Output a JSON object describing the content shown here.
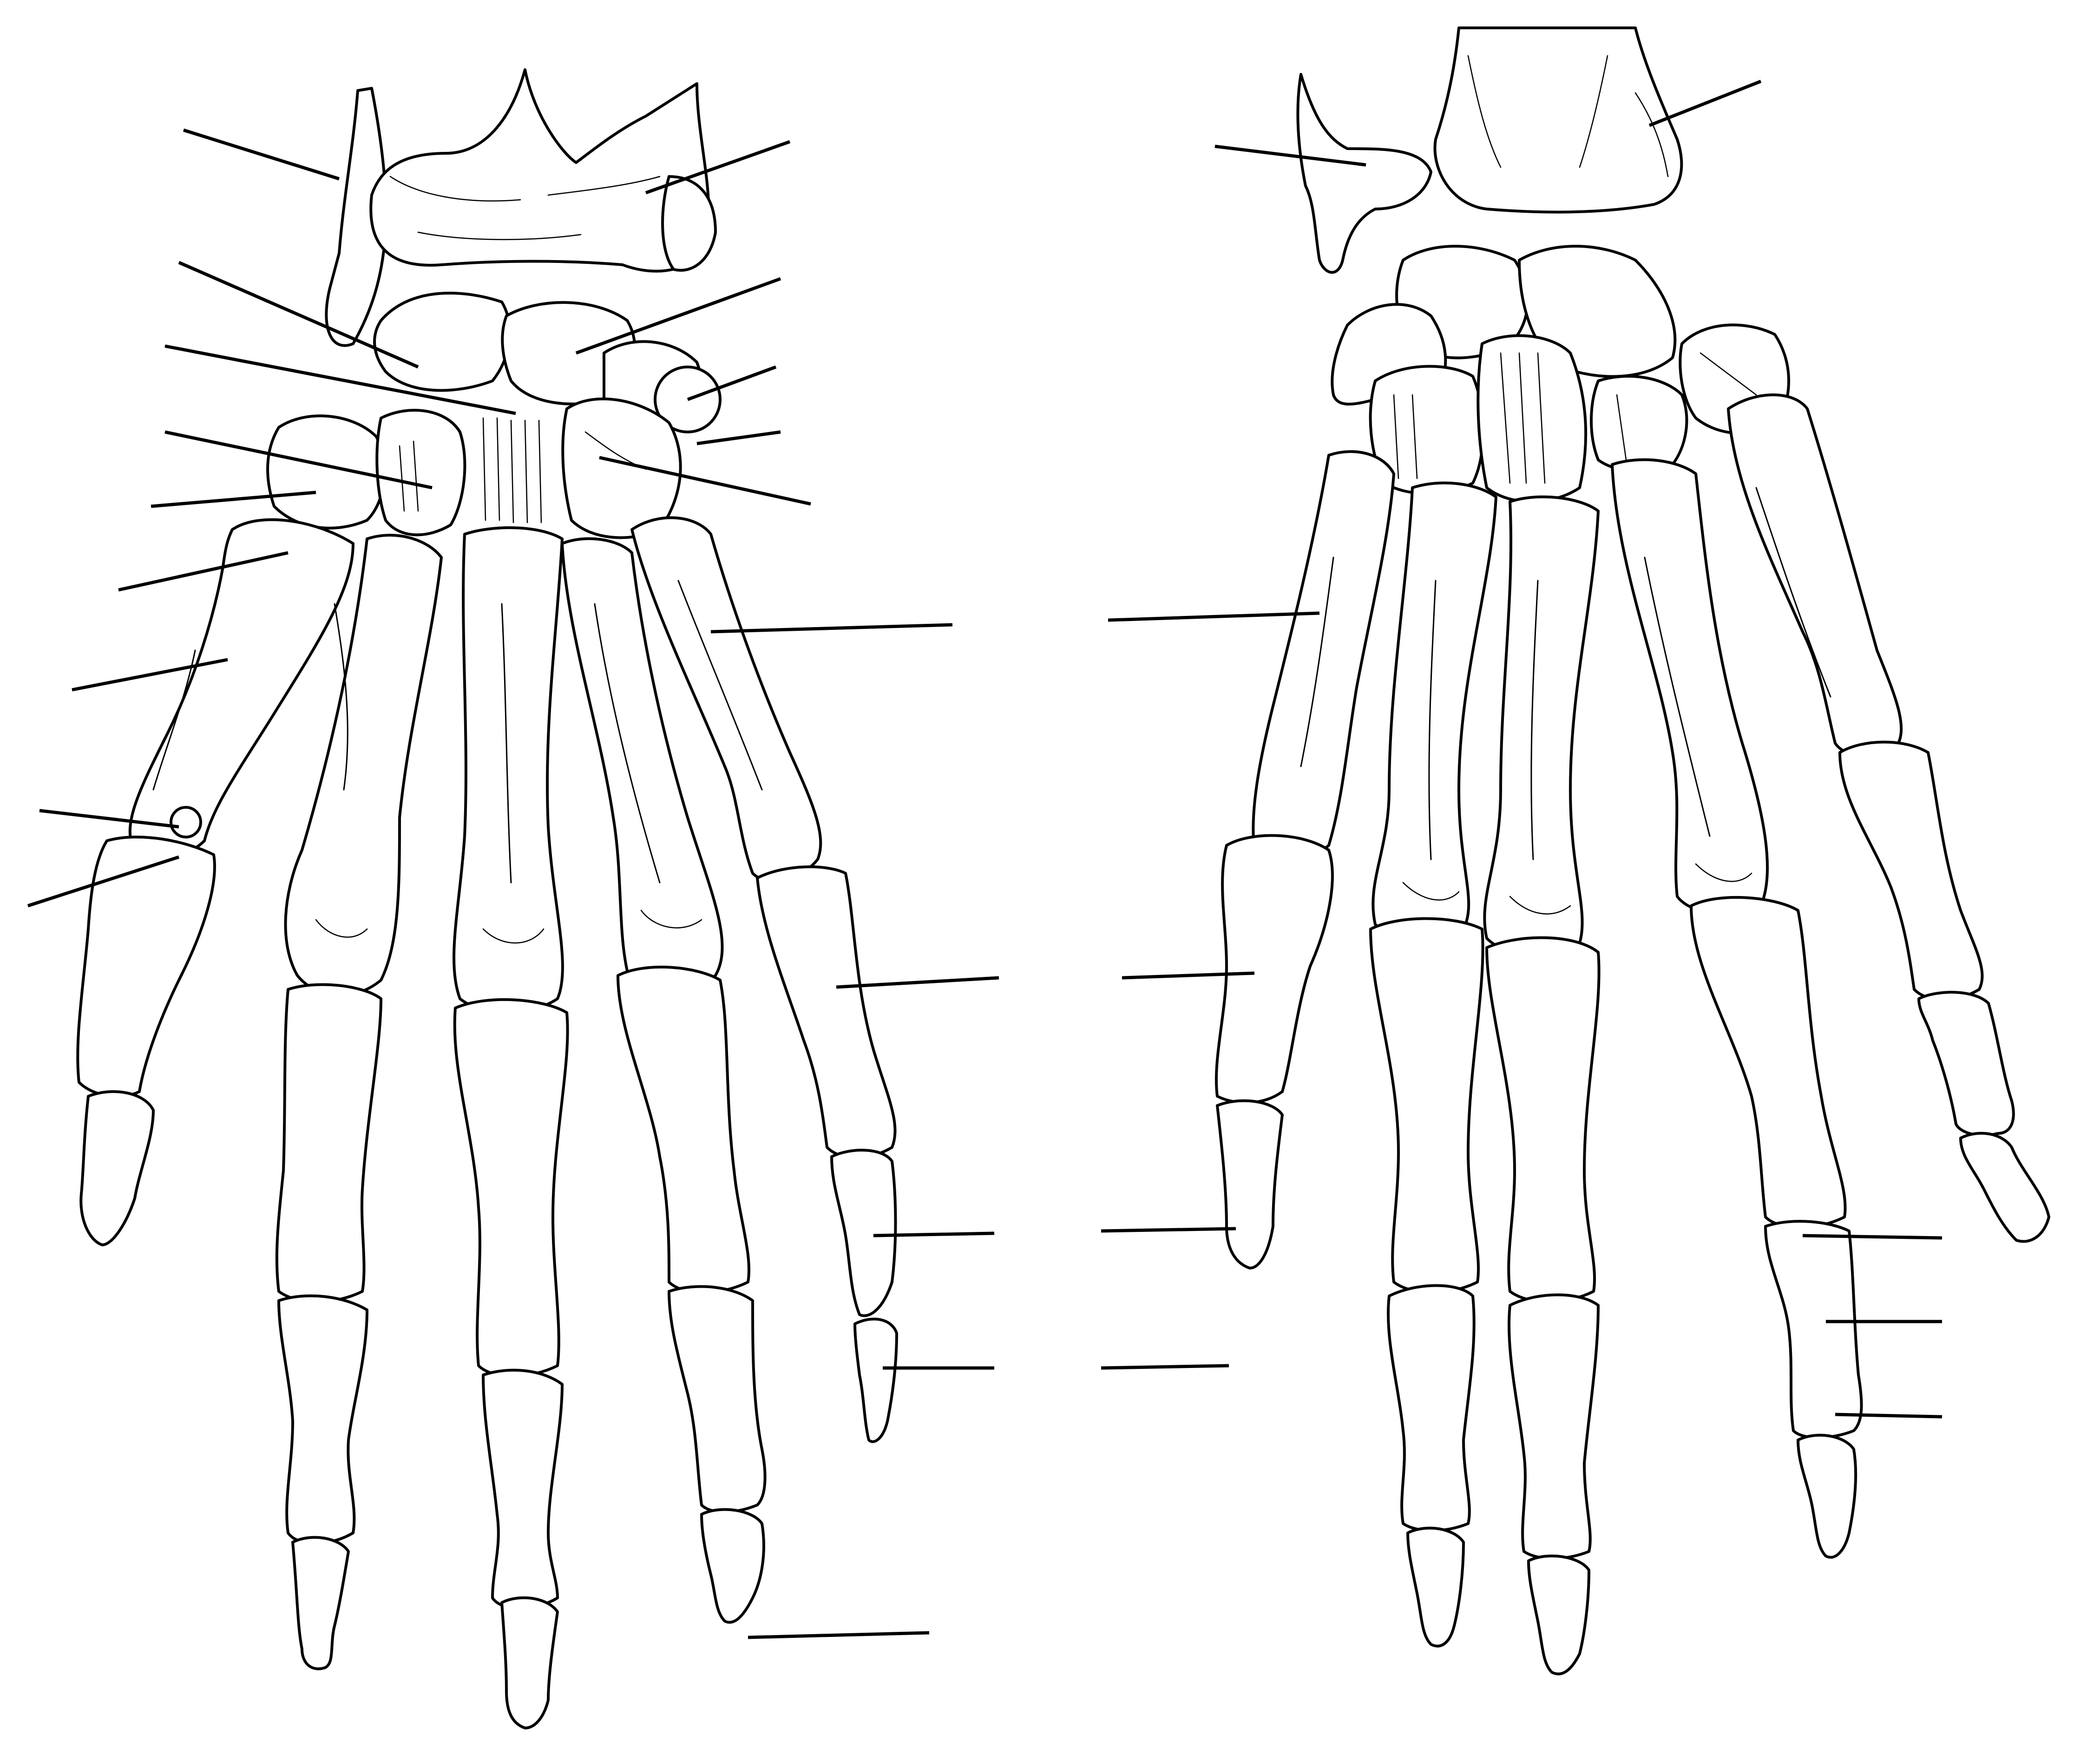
{
  "figure": {
    "title": "",
    "background_color": "#ffffff",
    "ink_color": "#000000",
    "views": [
      {
        "name": "left-hand-view",
        "leader_line_count": 21
      },
      {
        "name": "right-hand-view",
        "leader_line_count": 11
      }
    ],
    "labels": []
  }
}
